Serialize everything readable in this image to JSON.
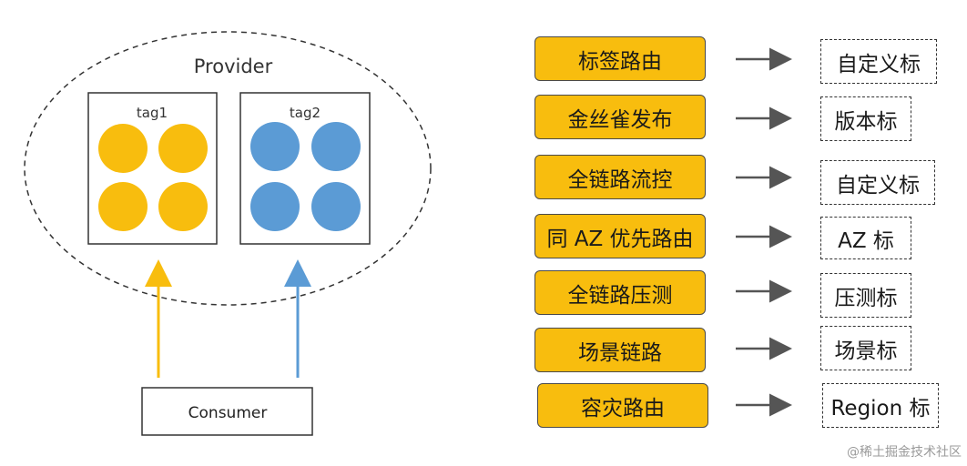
{
  "left": {
    "provider_label": "Provider",
    "groups": [
      {
        "label": "tag1",
        "color": "#F8BD0E"
      },
      {
        "label": "tag2",
        "color": "#5B9BD5"
      }
    ],
    "consumer_label": "Consumer"
  },
  "rows": [
    {
      "feature": "标签路由",
      "tag": "自定义标"
    },
    {
      "feature": "金丝雀发布",
      "tag": "版本标"
    },
    {
      "feature": "全链路流控",
      "tag": "自定义标"
    },
    {
      "feature": "同 AZ 优先路由",
      "tag": "AZ 标"
    },
    {
      "feature": "全链路压测",
      "tag": "压测标"
    },
    {
      "feature": "场景链路",
      "tag": "场景标"
    },
    {
      "feature": "容灾路由",
      "tag": "Region 标"
    }
  ],
  "watermark": "@稀土掘金技术社区",
  "colors": {
    "feature_box": "#F8BD0E",
    "tag1": "#F8BD0E",
    "tag2": "#5B9BD5",
    "arrow": "#555555"
  }
}
